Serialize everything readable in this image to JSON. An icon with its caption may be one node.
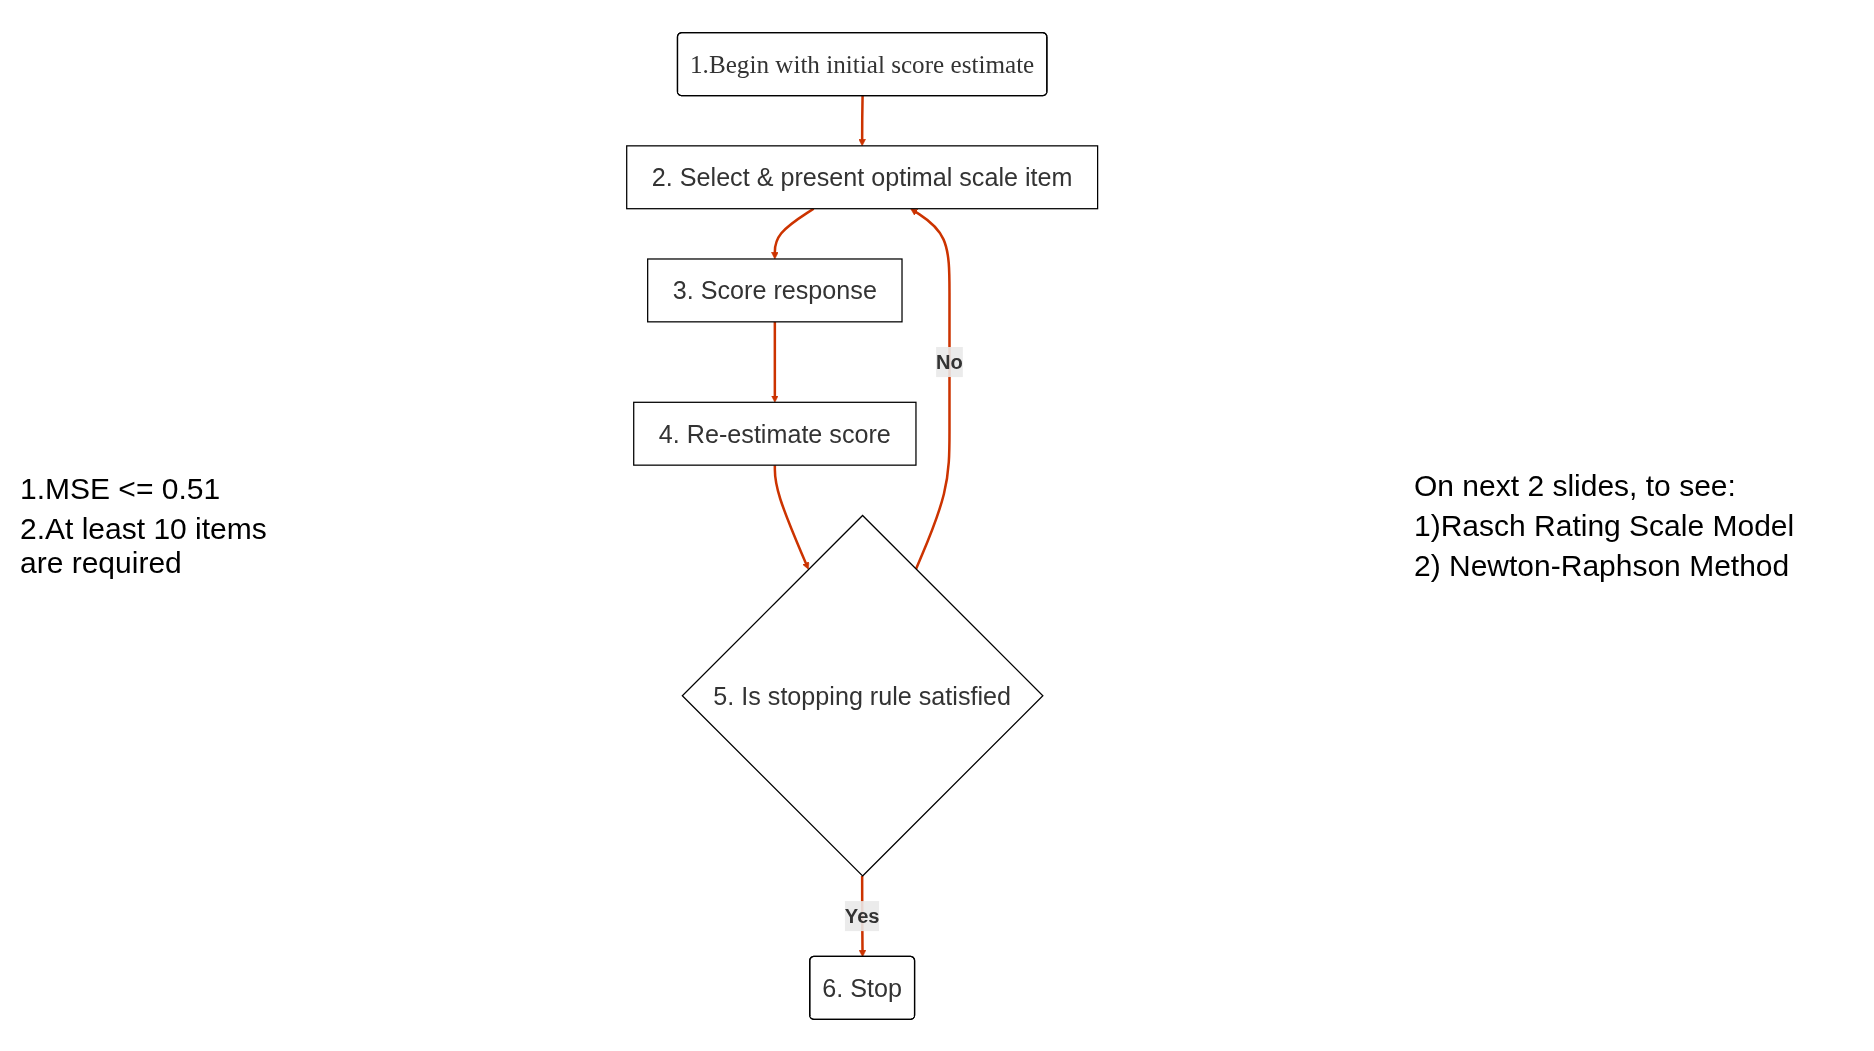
{
  "diagram": {
    "nodes": [
      {
        "text": [
          "1.Begin with initial score estimate"
        ]
      },
      {
        "text": [
          "2. Select & present optimal scale item"
        ]
      },
      {
        "text": [
          "3. Score response"
        ]
      },
      {
        "text": [
          "4. Re-estimate score"
        ]
      },
      {
        "text": [
          "5. Is stopping rule satisfied"
        ],
        "beside": [
          "1.MSE <= 0.51",
          "2.At least 10 items are required"
        ]
      },
      {
        "text": [
          "6. Stop"
        ]
      }
    ],
    "edges": [
      {
        "from": 0,
        "to": 1,
        "arrow": "to"
      },
      {
        "from": 1,
        "to": 2,
        "arrow": "to"
      },
      {
        "from": 2,
        "to": 3,
        "arrow": "to"
      },
      {
        "from": 3,
        "to": 4,
        "arrow": "to"
      },
      {
        "from": 4,
        "to": 1,
        "label": "No",
        "arrow": "to"
      },
      {
        "from": 4,
        "to": 5,
        "label": "Yes",
        "arrow": "to"
      }
    ],
    "labels": [
      "On next 2 slides, to see:",
      "1)Rasch Rating Scale Model",
      "2) Newton-Raphson Method"
    ]
  }
}
